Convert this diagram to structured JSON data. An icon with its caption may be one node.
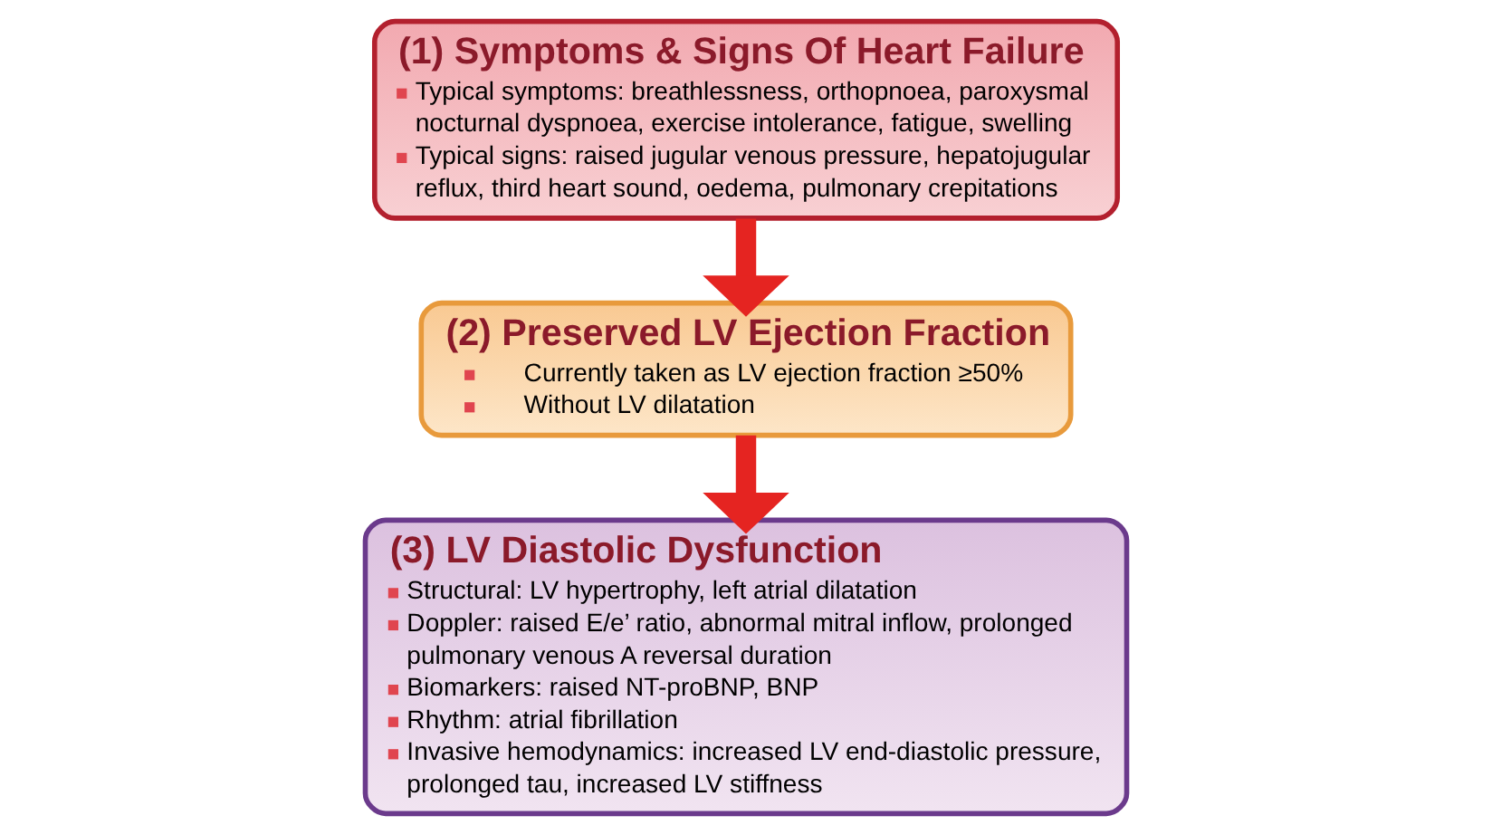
{
  "diagram": {
    "nodes": [
      {
        "text": [
          "(1) Symptoms & Signs Of Heart Failure",
          "Typical symptoms: breathlessness, orthopnoea, paroxysmal nocturnal dyspnoea, exercise intolerance, fatigue, swelling",
          "Typical signs: raised jugular venous pressure, hepatojugular reflux, third heart sound, oedema, pulmonary crepitations"
        ]
      },
      {
        "text": [
          "(2) Preserved LV Ejection Fraction",
          "Currently taken as LV ejection fraction ≥50%",
          "Without LV dilatation"
        ]
      },
      {
        "text": [
          "(3) LV Diastolic Dysfunction",
          "Structural: LV hypertrophy, left atrial dilatation",
          "Doppler: raised E/e’ ratio, abnormal mitral inflow, prolonged pulmonary venous A reversal duration",
          "Biomarkers: raised NT-proBNP, BNP",
          "Rhythm: atrial fibrillation",
          "Invasive hemodynamics: increased LV end-diastolic pressure, prolonged tau, increased LV stiffness"
        ]
      }
    ],
    "edges": [
      {
        "from": 0,
        "to": 1,
        "arrow": "to"
      },
      {
        "from": 1,
        "to": 2,
        "arrow": "to"
      }
    ]
  }
}
